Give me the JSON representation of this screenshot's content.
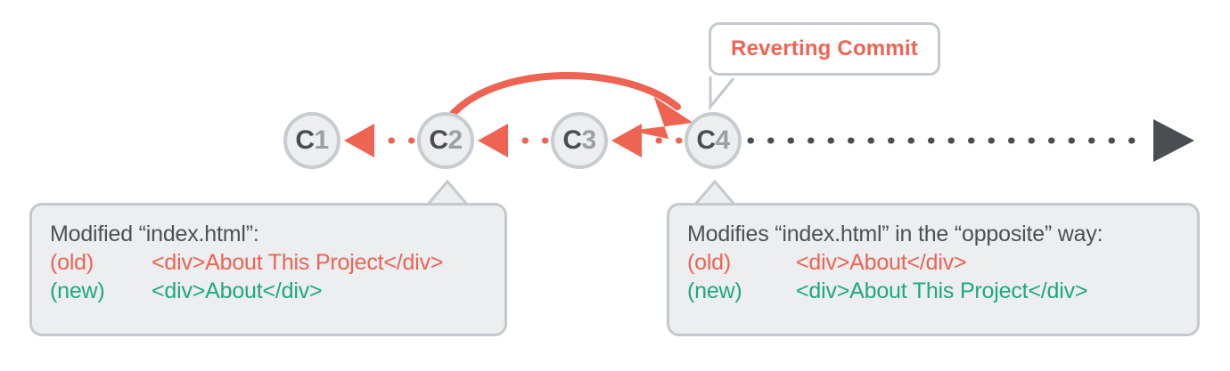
{
  "diagram": {
    "title": "Git revert commit history",
    "background_color": "#ffffff",
    "colors": {
      "accent_red": "#EE6352",
      "accent_green": "#1FA97B",
      "node_fill": "#ECEEF0",
      "node_border": "#C7CCD1",
      "box_fill": "#ECEEF0",
      "box_border": "#C3C9CE",
      "timeline_dark": "#4A4E53",
      "text_dark": "#4D5155"
    }
  },
  "commits": [
    {
      "id": "c1",
      "label": "C1",
      "char_a": "C",
      "char_b": "1"
    },
    {
      "id": "c2",
      "label": "C2",
      "char_a": "C",
      "char_b": "2"
    },
    {
      "id": "c3",
      "label": "C3",
      "char_a": "C",
      "char_b": "3"
    },
    {
      "id": "c4",
      "label": "C4",
      "char_a": "C",
      "char_b": "4"
    }
  ],
  "callout": {
    "label": "Reverting Commit"
  },
  "boxes": {
    "left": {
      "title": "Modified “index.html”:",
      "rows": [
        {
          "tag": "(old)",
          "code": "<div>About This Project</div>",
          "kind": "old"
        },
        {
          "tag": "(new)",
          "code": "<div>About</div>",
          "kind": "new"
        }
      ]
    },
    "right": {
      "title": "Modifies “index.html” in the “opposite” way:",
      "rows": [
        {
          "tag": "(old)",
          "code": "<div>About</div>",
          "kind": "old"
        },
        {
          "tag": "(new)",
          "code": "<div>About This Project</div>",
          "kind": "new"
        }
      ]
    }
  }
}
